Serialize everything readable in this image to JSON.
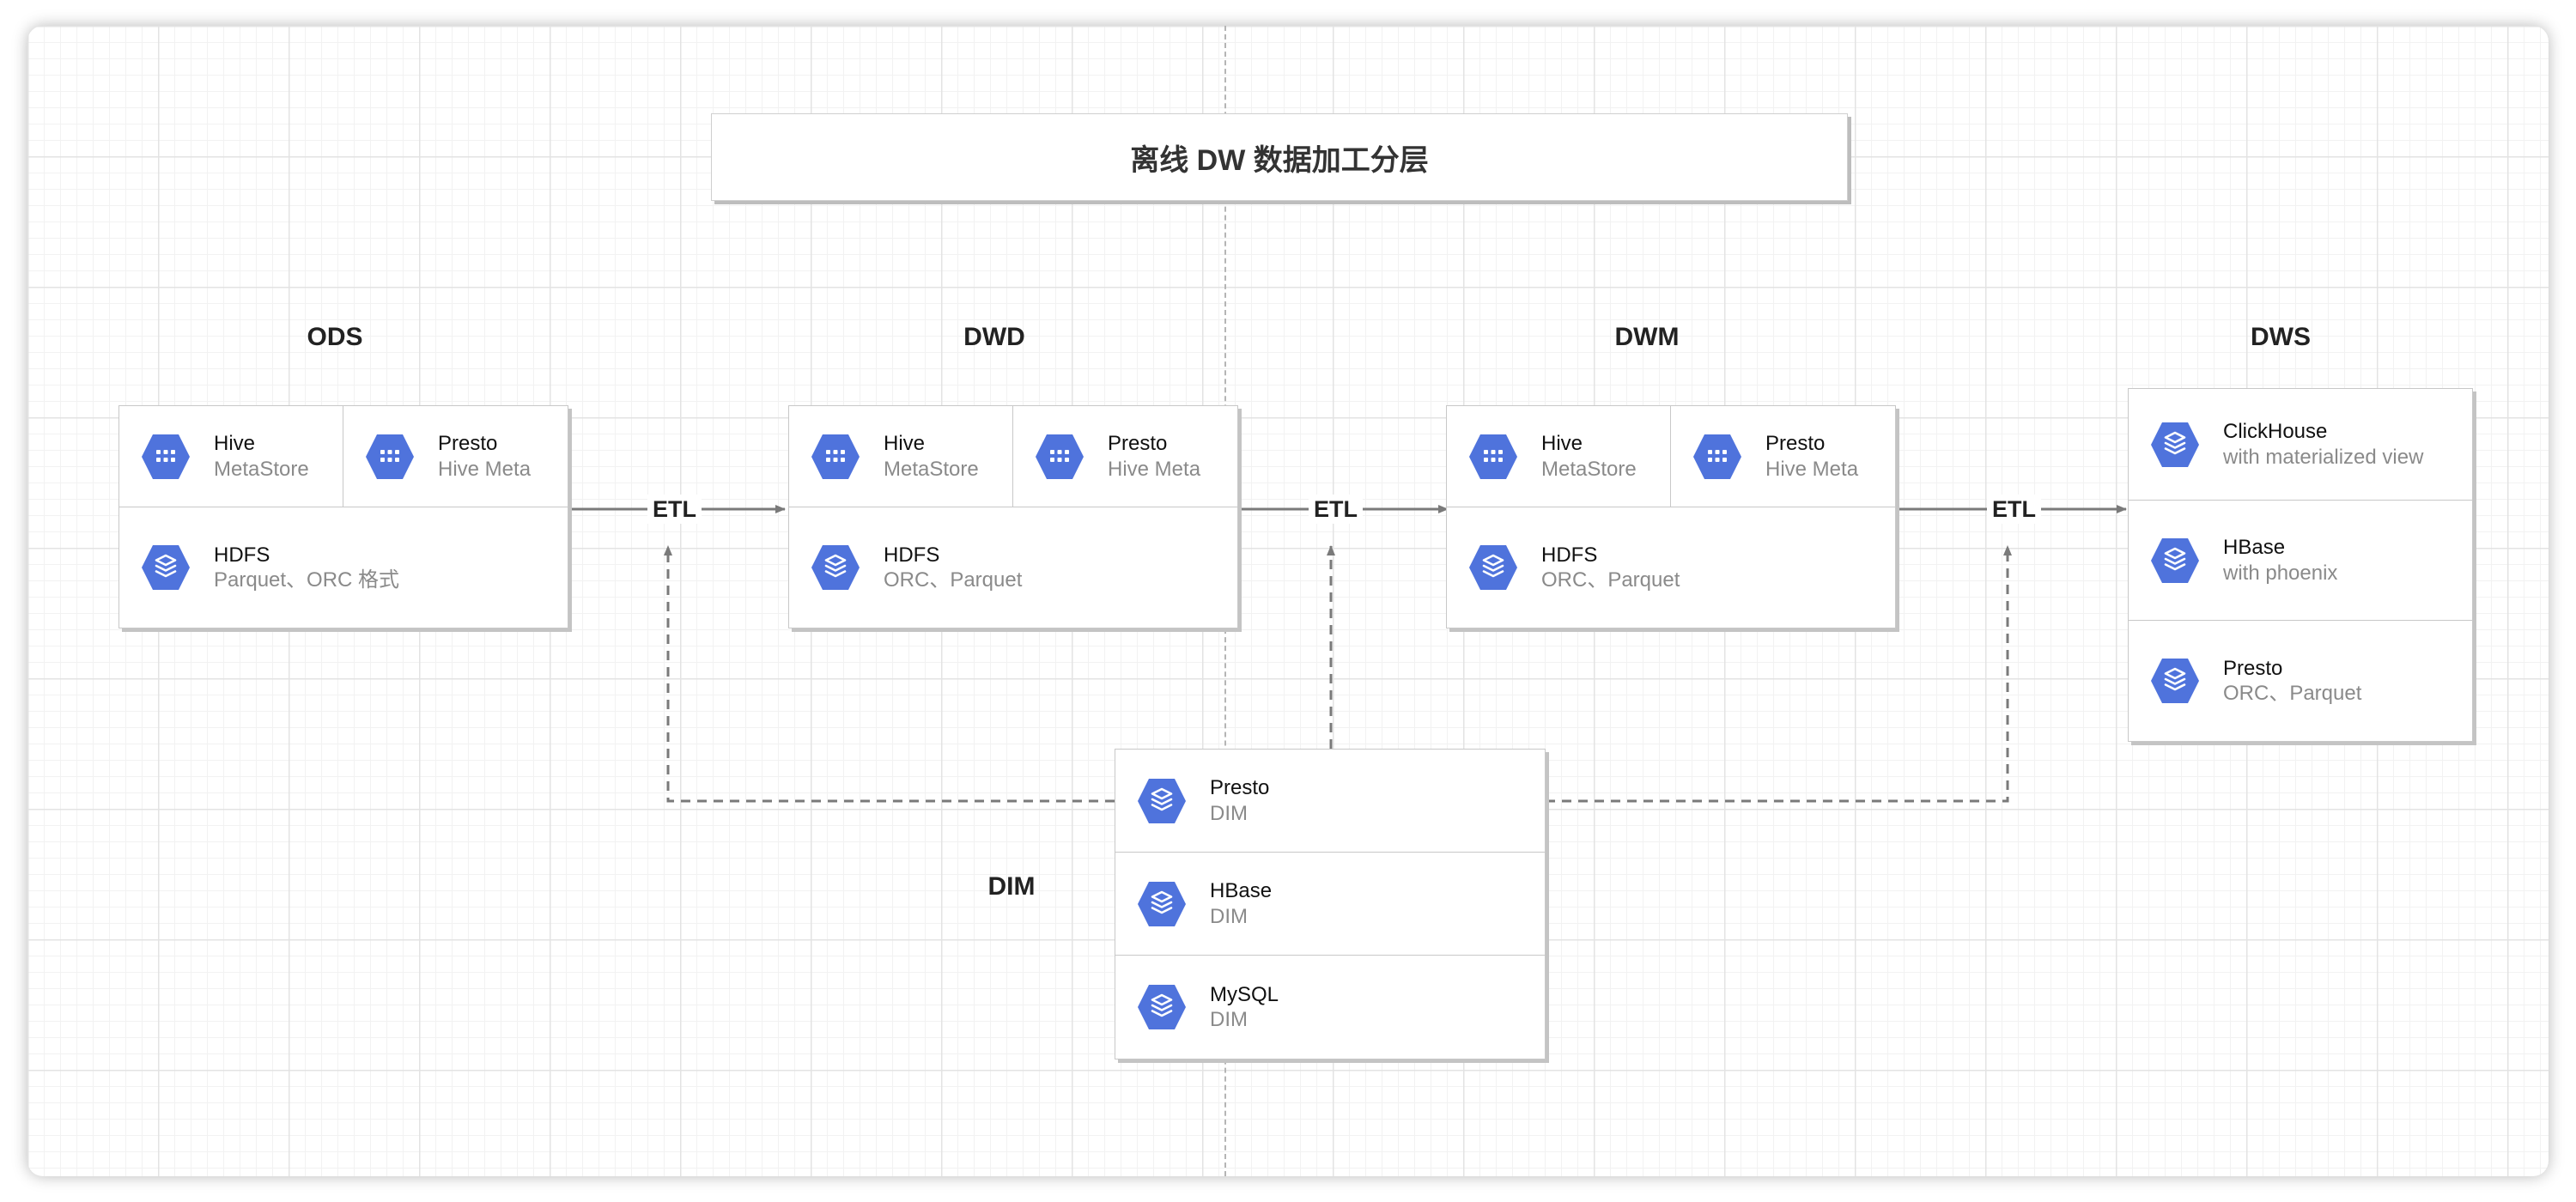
{
  "title": "离线 DW 数据加工分层",
  "layers": {
    "ods": "ODS",
    "dwd": "DWD",
    "dwm": "DWM",
    "dws": "DWS",
    "dim": "DIM"
  },
  "etl_label": "ETL",
  "colors": {
    "icon_blue": "#4f73dc",
    "connector": "#7a7a7a",
    "grid": "#e3e3e3"
  },
  "ods": [
    {
      "name": "Hive",
      "sub": "MetaStore",
      "icon": "grid-icon"
    },
    {
      "name": "Presto",
      "sub": "Hive Meta",
      "icon": "grid-icon"
    },
    {
      "name": "HDFS",
      "sub": "Parquet、ORC 格式",
      "icon": "layers-icon"
    }
  ],
  "dwd": [
    {
      "name": "Hive",
      "sub": "MetaStore",
      "icon": "grid-icon"
    },
    {
      "name": "Presto",
      "sub": "Hive Meta",
      "icon": "grid-icon"
    },
    {
      "name": "HDFS",
      "sub": "ORC、Parquet",
      "icon": "layers-icon"
    }
  ],
  "dwm": [
    {
      "name": "Hive",
      "sub": "MetaStore",
      "icon": "grid-icon"
    },
    {
      "name": "Presto",
      "sub": "Hive Meta",
      "icon": "grid-icon"
    },
    {
      "name": "HDFS",
      "sub": "ORC、Parquet",
      "icon": "layers-icon"
    }
  ],
  "dws": [
    {
      "name": "ClickHouse",
      "sub": "with materialized view",
      "icon": "layers-icon"
    },
    {
      "name": "HBase",
      "sub": "with phoenix",
      "icon": "layers-icon"
    },
    {
      "name": "Presto",
      "sub": "ORC、Parquet",
      "icon": "layers-icon"
    }
  ],
  "dim": [
    {
      "name": "Presto",
      "sub": "DIM",
      "icon": "layers-icon"
    },
    {
      "name": "HBase",
      "sub": "DIM",
      "icon": "layers-icon"
    },
    {
      "name": "MySQL",
      "sub": "DIM",
      "icon": "layers-icon"
    }
  ]
}
